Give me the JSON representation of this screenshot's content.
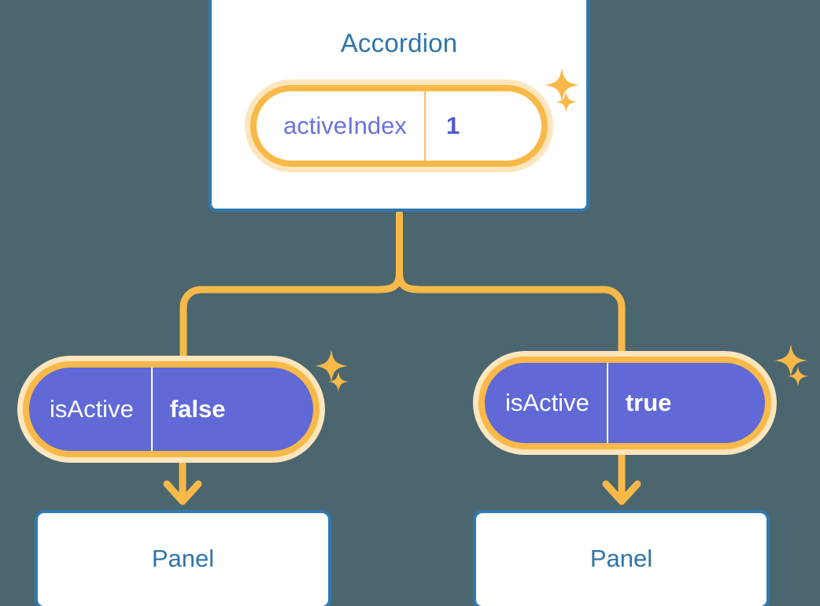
{
  "diagram": {
    "background_color": "#4c6670",
    "accent_orange": "#f8b948",
    "glow_orange": "#fde5bd",
    "border_blue": "#3279b0",
    "title_blue": "#2e75aa",
    "pill_indigo": "#6069d6",
    "key_indigo": "#6a73dc",
    "value_indigo": "#5159d2"
  },
  "accordion": {
    "title": "Accordion",
    "state": {
      "key": "activeIndex",
      "value": "1"
    },
    "sparkles": [
      {
        "name": "sparkle-large",
        "size": 44
      },
      {
        "name": "sparkle-small",
        "size": 26
      }
    ]
  },
  "branches": [
    {
      "id": "left",
      "state": {
        "key": "isActive",
        "value": "false"
      },
      "panel": {
        "title": "Panel"
      }
    },
    {
      "id": "right",
      "state": {
        "key": "isActive",
        "value": "true"
      },
      "panel": {
        "title": "Panel"
      }
    }
  ]
}
